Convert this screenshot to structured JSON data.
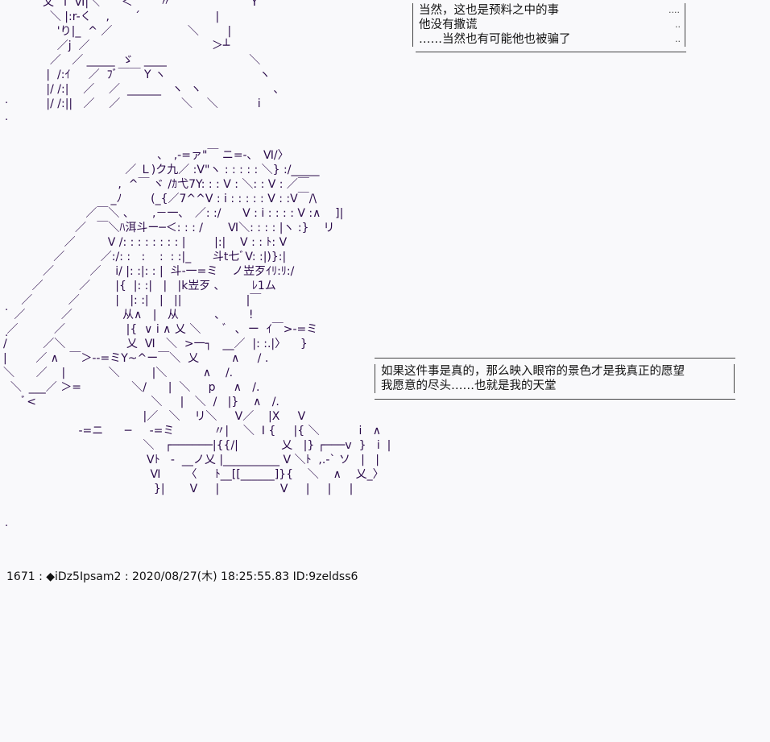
{
  "speech_top": {
    "lines": [
      "当然，这也是预料之中的事",
      "他没有撒谎",
      "……当然也有可能他也被骗了"
    ]
  },
  "speech_mid": {
    "lines": [
      "如果这件事是真的，那么映入眼帘的景色才是我真正的愿望",
      "我愿意的尽头……也就是我的天堂"
    ]
  },
  "post": {
    "meta": "1671 : ◆iDz5Ipsam2 : 2020/08/27(木) 18:25:55.83 ID:9zeldss6"
  }
}
